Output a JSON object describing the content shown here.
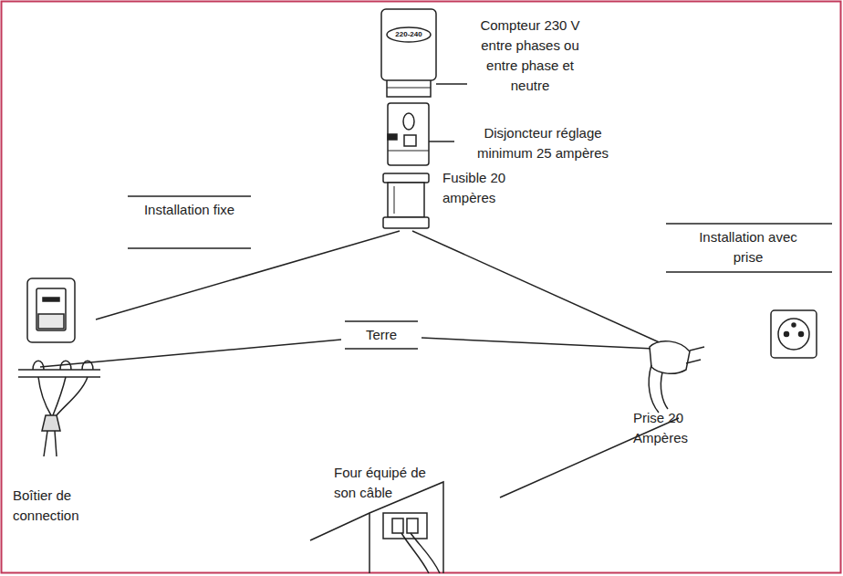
{
  "diagram": {
    "nodes": [
      {
        "text": [
          "220-240"
        ]
      }
    ],
    "labels": [
      "Compteur 230 V entre phases ou entre phase et neutre",
      "Disjoncteur réglage minimum 25 ampères",
      "Fusible 20 ampères",
      "Installation fixe",
      "Installation avec prise",
      "Terre",
      "Boîtier de connection",
      "Four équipé de son câble",
      "Prise 20 Ampères"
    ]
  }
}
